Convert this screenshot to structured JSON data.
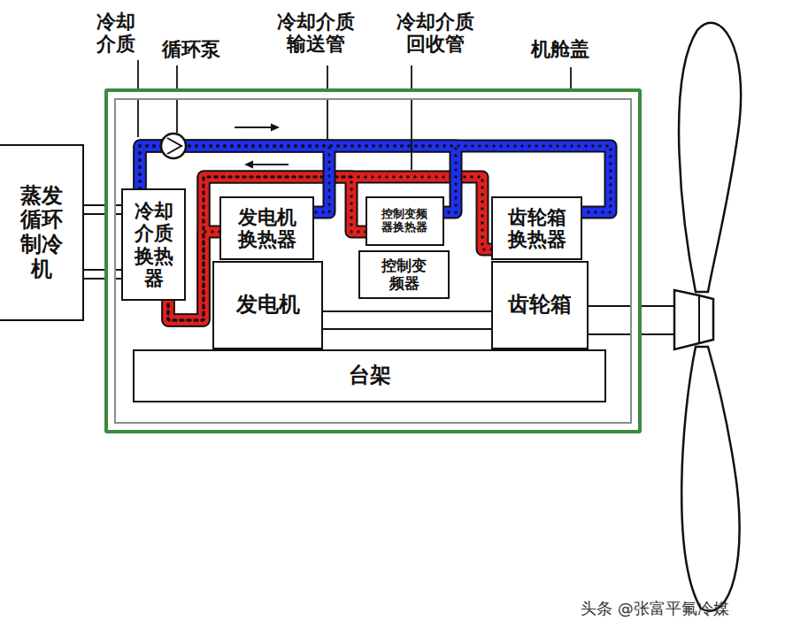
{
  "diagram": {
    "nodes": [
      {
        "text": [
          "蒸发循环制冷机"
        ]
      },
      {
        "text": [
          "机舱盖"
        ]
      },
      {
        "text": [
          "冷却介质换热器"
        ],
        "in": 1
      },
      {
        "text": [
          "发电机换热器"
        ],
        "in": 1
      },
      {
        "text": [
          "控制变频器换热器"
        ],
        "in": 1
      },
      {
        "text": [
          "控制变频器"
        ],
        "in": 1
      },
      {
        "text": [
          "齿轮箱换热器"
        ],
        "in": 1
      },
      {
        "text": [
          "发电机"
        ],
        "in": 1
      },
      {
        "text": [
          "齿轮箱"
        ],
        "in": 1
      },
      {
        "text": [
          "台架"
        ],
        "in": 1
      }
    ],
    "edges": [
      {
        "from": 2,
        "to": 3,
        "arrow": "none"
      },
      {
        "from": 2,
        "to": 4,
        "arrow": "none"
      },
      {
        "from": 2,
        "to": 6,
        "arrow": "none"
      },
      {
        "from": 3,
        "to": 2,
        "arrow": "none"
      },
      {
        "from": 4,
        "to": 2,
        "arrow": "none"
      },
      {
        "from": 6,
        "to": 2,
        "arrow": "none"
      },
      {
        "from": 7,
        "to": 8,
        "arrow": "none"
      },
      {
        "from": 0,
        "to": 2,
        "arrow": "none"
      },
      {
        "from": 0,
        "to": 2,
        "arrow": "none"
      }
    ],
    "labels": [
      "冷却介质",
      "循环泵",
      "冷却介质输送管",
      "冷却介质回收管",
      "头条 @张富平氟冷媒"
    ]
  }
}
